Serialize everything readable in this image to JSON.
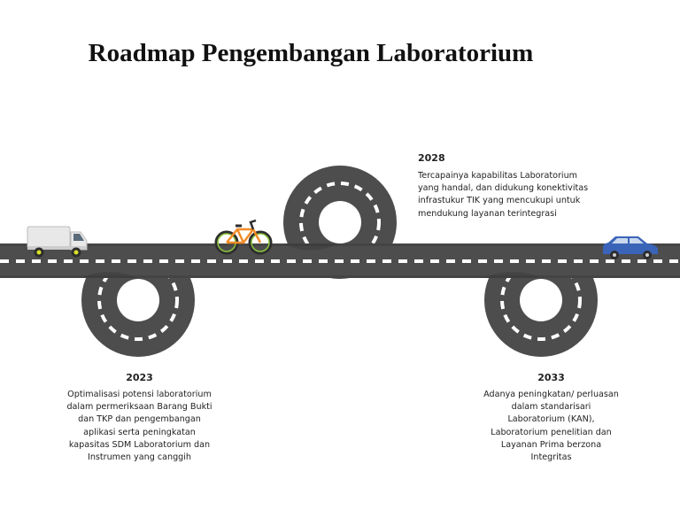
{
  "title": "Roadmap Pengembangan Laboratorium",
  "colors": {
    "road": "#4d4d4d",
    "road_dark": "#404040",
    "dash": "#ffffff",
    "truck": "#e8e8e8",
    "bike": "#f28c28",
    "car": "#3a64b8"
  },
  "icons": [
    "truck-icon",
    "bicycle-icon",
    "car-icon"
  ],
  "milestones": [
    {
      "year": "2023",
      "description": "Optimalisasi potensi laboratorium dalam permeriksaan Barang Bukti dan TKP dan pengembangan aplikasi serta peningkatan kapasitas SDM Laboratorium dan Instrumen yang canggih"
    },
    {
      "year": "2028",
      "description": "Tercapainya kapabilitas Laboratorium yang handal, dan didukung konektivitas infrastukur TIK yang mencukupi untuk mendukung layanan terintegrasi"
    },
    {
      "year": "2033",
      "description": "Adanya peningkatan/ perluasan dalam standarisari Laboratorium (KAN), Laboratorium penelitian dan Layanan Prima berzona Integritas"
    }
  ]
}
